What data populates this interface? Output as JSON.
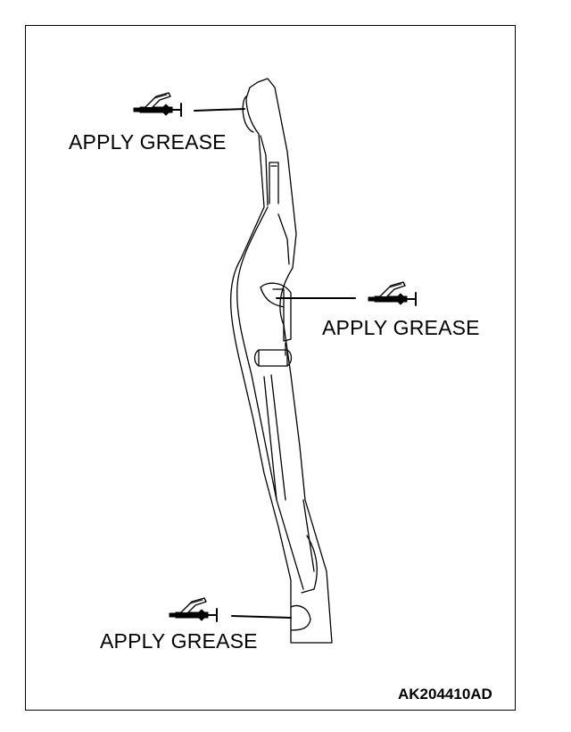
{
  "callouts": [
    {
      "id": "top",
      "text": "APPLY GREASE",
      "icon": "grease-gun-icon"
    },
    {
      "id": "middle",
      "text": "APPLY GREASE",
      "icon": "grease-gun-icon"
    },
    {
      "id": "bottom",
      "text": "APPLY GREASE",
      "icon": "grease-gun-icon"
    }
  ],
  "figure_code": "AK204410AD",
  "colors": {
    "line": "#000000",
    "background": "#ffffff"
  }
}
